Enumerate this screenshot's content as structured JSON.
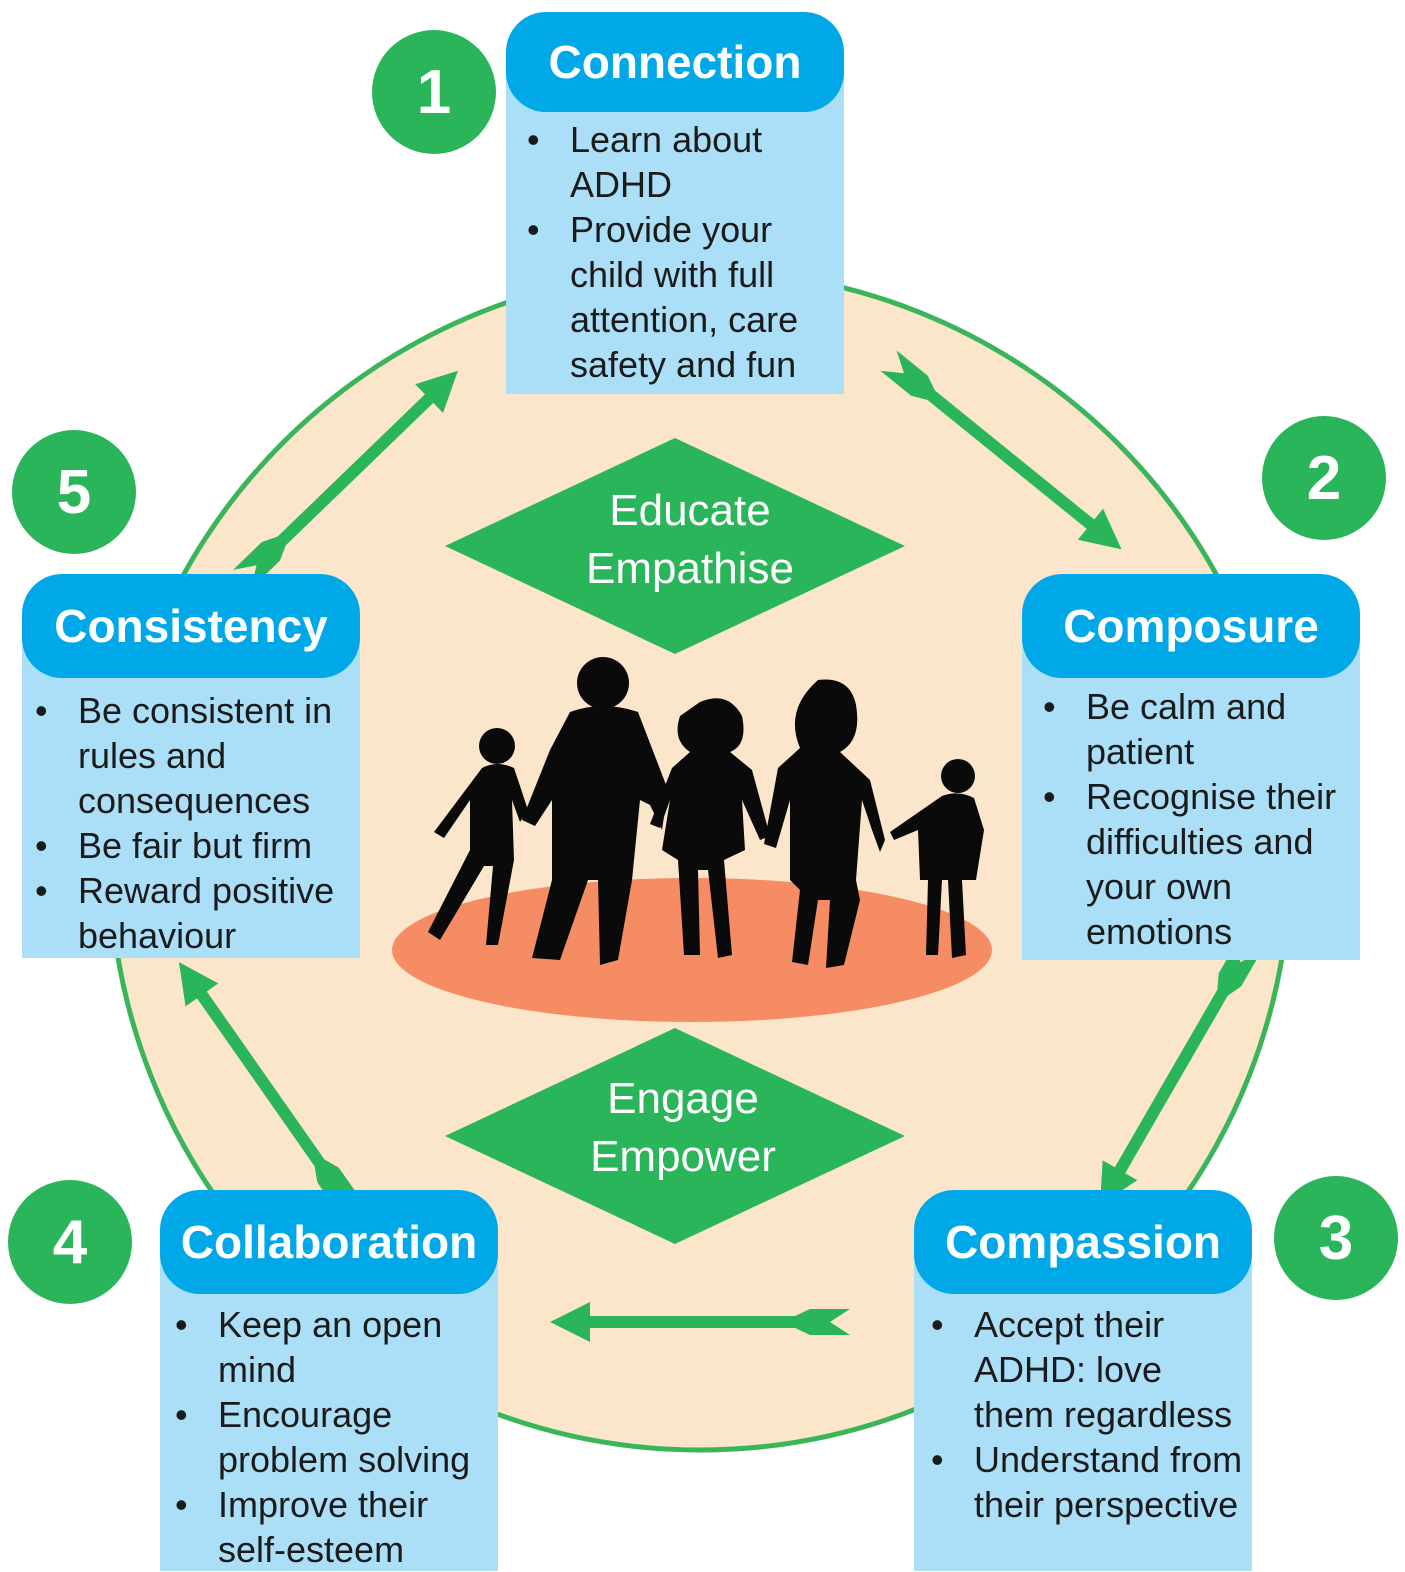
{
  "colors": {
    "circle_fill": "#fbe6cc",
    "circle_stroke": "#3bb55a",
    "green": "#2bb55a",
    "header_blue": "#00a8e8",
    "body_blue": "#abdff8",
    "stage_orange": "#f58c64"
  },
  "center": {
    "top_diamond": {
      "line1": "Educate",
      "line2": "Empathise"
    },
    "bottom_diamond": {
      "line1": "Engage",
      "line2": "Empower"
    }
  },
  "steps": [
    {
      "number": "1",
      "title": "Connection",
      "bullets": [
        "Learn about ADHD",
        "Provide your child with full attention, care safety and fun"
      ]
    },
    {
      "number": "2",
      "title": "Composure",
      "bullets": [
        "Be calm and patient",
        "Recognise their difficulties and your own emotions"
      ]
    },
    {
      "number": "3",
      "title": "Compassion",
      "bullets": [
        "Accept their ADHD: love them regardless",
        "Understand from their perspective"
      ]
    },
    {
      "number": "4",
      "title": "Collaboration",
      "bullets": [
        "Keep an open mind",
        "Encourage problem solving",
        "Improve their self-esteem"
      ]
    },
    {
      "number": "5",
      "title": "Consistency",
      "bullets": [
        "Be consistent in rules and consequences",
        "Be fair but firm",
        "Reward positive behaviour"
      ]
    }
  ],
  "icons": {
    "arrows": "cycle-arrow-icon",
    "family": "family-silhouette-icon"
  }
}
